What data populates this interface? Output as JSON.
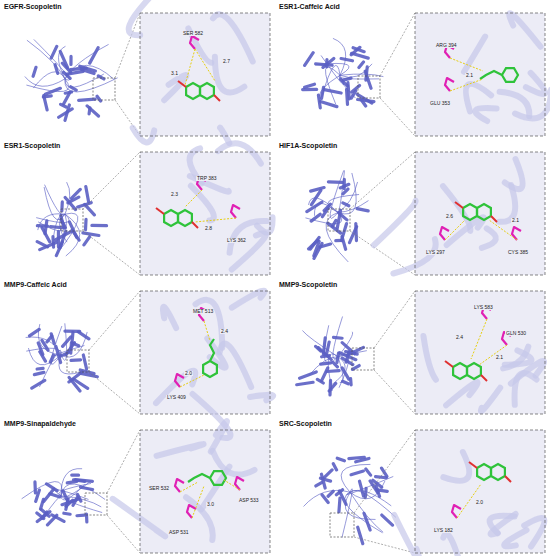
{
  "diagram": {
    "labels": [
      "EGFR-Scopoletin",
      "SER 582",
      "3.1",
      "2.7",
      "ESR1-Caffeic Acid",
      "ARG 394",
      "GLU 353",
      "2.1",
      "ESR1-Scopoletin",
      "TRP 383",
      "LYS 362",
      "2.3",
      "2.8",
      "HIF1A-Scopoletin",
      "LYS 297",
      "CYS 385",
      "2.6",
      "2.1",
      "MMP9-Caffeic Acid",
      "MET 513",
      "LYS 409",
      "2.4",
      "2.0",
      "MMP9-Scopoletin",
      "LYS 583",
      "GLN 530",
      "2.4",
      "2.1",
      "MMP9-Sinapaldehyde",
      "SER 532",
      "ASP 531",
      "ASP 533",
      "3.0",
      "SRC-Scopoletin",
      "LYS 182",
      "2.0"
    ]
  }
}
